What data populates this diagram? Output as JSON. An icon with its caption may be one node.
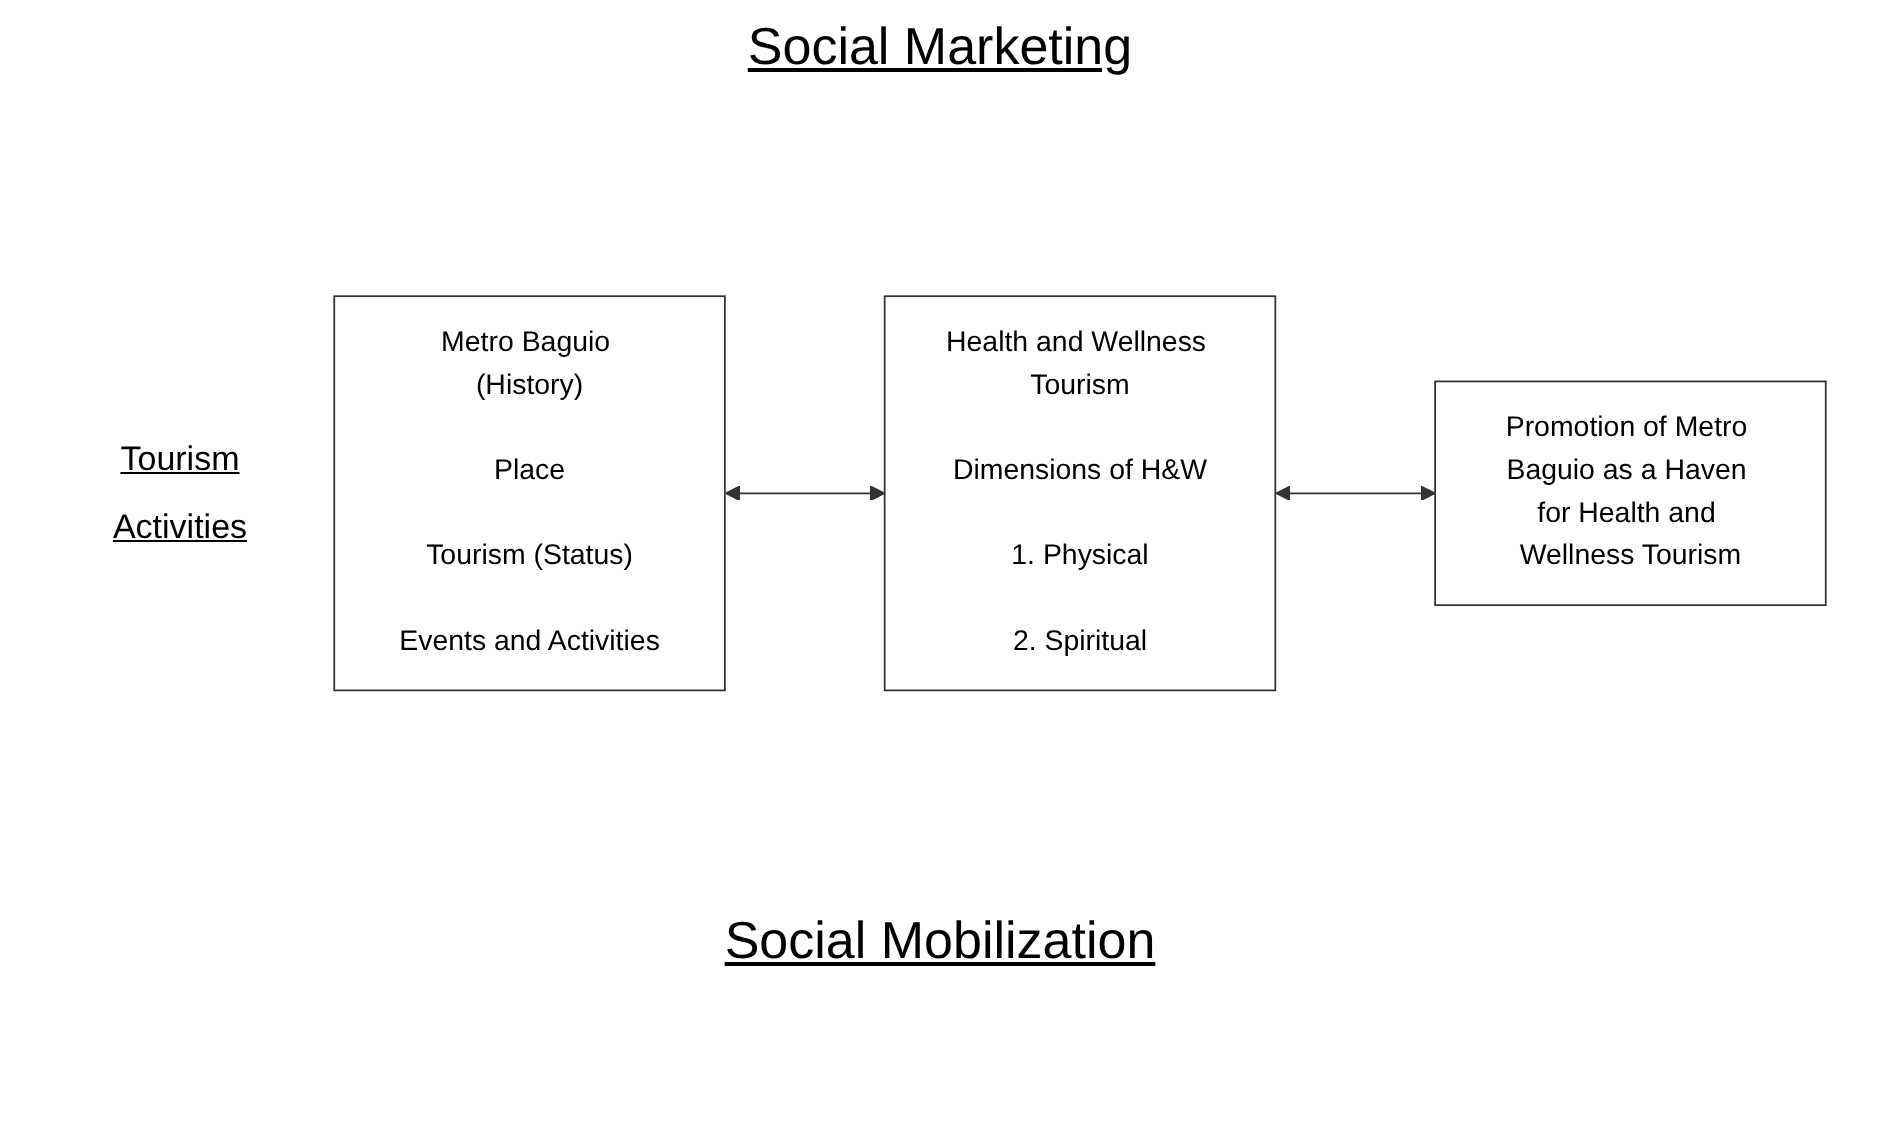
{
  "diagram": {
    "title": "Social Marketing",
    "caption": "Social Mobilization",
    "nodes": [
      {
        "text": [
          "Metro Baguio (History)",
          "Place",
          "Tourism (Status)",
          "Events and Activities"
        ]
      },
      {
        "text": [
          "Health and Wellness Tourism",
          "Dimensions of H&W",
          "1. Physical",
          "2. Spiritual"
        ]
      },
      {
        "text": [
          "Promotion of Metro Baguio as a Haven for Health and Wellness Tourism"
        ]
      }
    ],
    "edges": [
      {
        "from": 0,
        "to": 1,
        "arrow": "both"
      },
      {
        "from": 1,
        "to": 2,
        "arrow": "both"
      }
    ],
    "labels": [
      "Tourism",
      "Activities"
    ]
  }
}
